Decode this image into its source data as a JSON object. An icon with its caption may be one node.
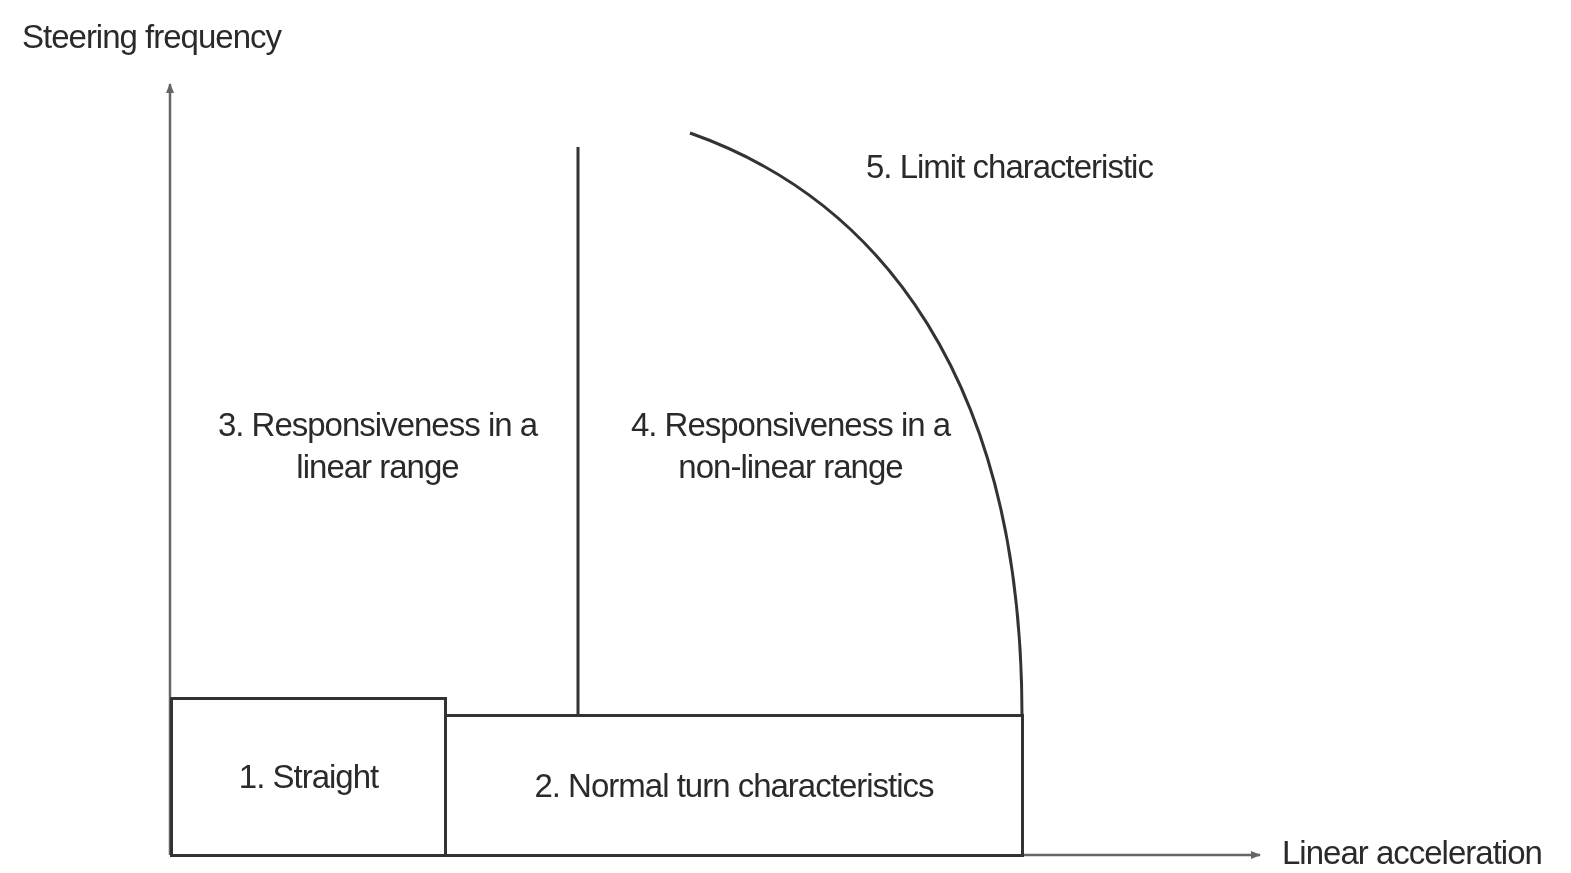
{
  "diagram": {
    "nodes": [
      {
        "text": [
          "1. Straight"
        ]
      },
      {
        "text": [
          "2. Normal turn characteristics"
        ]
      }
    ],
    "labels": [
      "Steering frequency",
      "5. Limit characteristic",
      "3. Responsiveness in a linear range",
      "4. Responsiveness in a non-linear range",
      "Linear acceleration"
    ]
  }
}
